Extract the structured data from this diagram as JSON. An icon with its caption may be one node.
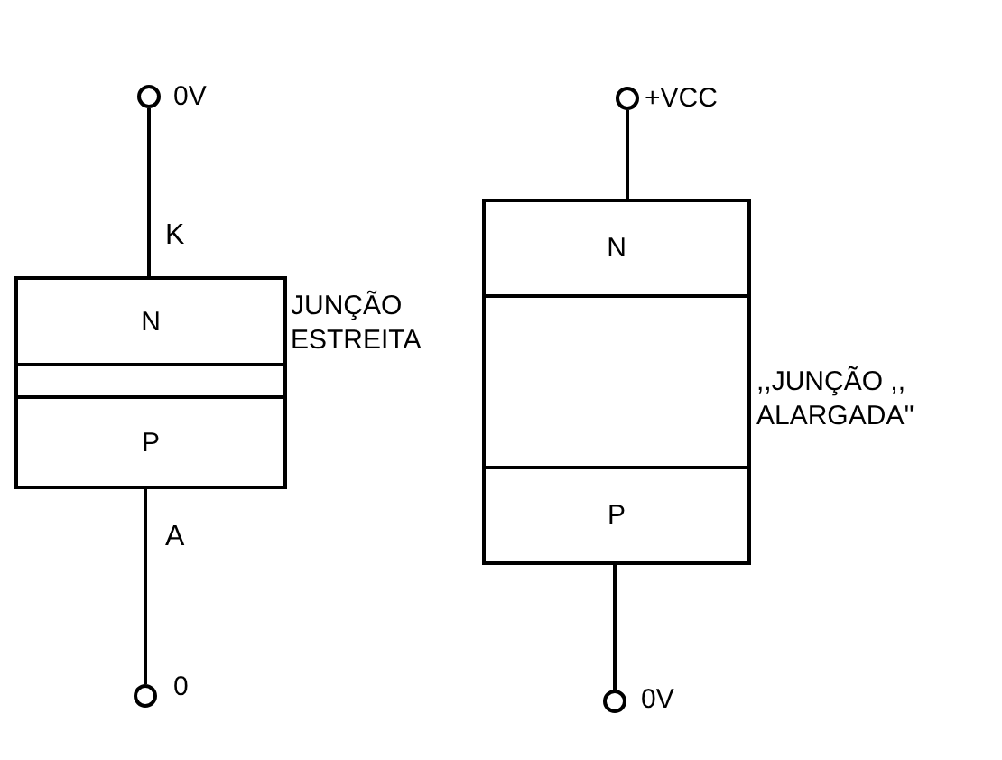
{
  "diagram": {
    "nodes": [
      {
        "text": [],
        "shape": "circle",
        "beside": [
          "0V"
        ]
      },
      {
        "text": [],
        "shape": "box"
      },
      {
        "text": [
          "N"
        ],
        "in": 1
      },
      {
        "text": [],
        "shape": "bar",
        "in": 1,
        "beside": [
          "JUNÇÃO ESTREITA"
        ]
      },
      {
        "text": [
          "P"
        ],
        "in": 1
      },
      {
        "text": [],
        "shape": "circle",
        "beside": [
          "0"
        ]
      },
      {
        "text": [],
        "shape": "circle",
        "beside": [
          "+VCC"
        ]
      },
      {
        "text": [],
        "shape": "box"
      },
      {
        "text": [
          "N"
        ],
        "in": 7
      },
      {
        "text": [],
        "shape": "box",
        "in": 7,
        "beside": [
          ",,JUNÇÃO ,, ALARGADA''"
        ]
      },
      {
        "text": [
          "P"
        ],
        "in": 7
      },
      {
        "text": [],
        "shape": "circle",
        "beside": [
          "0V"
        ]
      }
    ],
    "edges": [
      {
        "from": 0,
        "to": 1,
        "arrow": "none",
        "label": "K"
      },
      {
        "from": 1,
        "to": 5,
        "arrow": "none",
        "label": "A"
      },
      {
        "from": 6,
        "to": 7,
        "arrow": "none"
      },
      {
        "from": 7,
        "to": 11,
        "arrow": "none"
      }
    ]
  }
}
